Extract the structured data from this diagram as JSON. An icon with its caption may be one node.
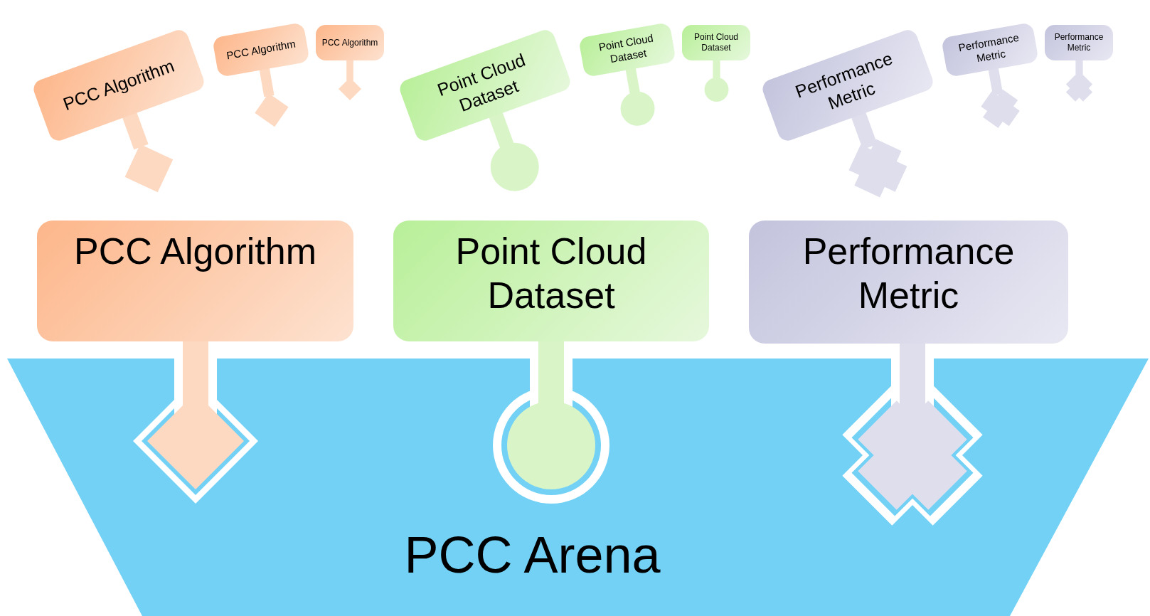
{
  "diagram": {
    "nodes": [
      {
        "text": [
          "PCC Algorithm"
        ]
      },
      {
        "text": [
          "PCC Algorithm"
        ]
      },
      {
        "text": [
          "PCC Algorithm"
        ]
      },
      {
        "text": [
          "Point Cloud Dataset"
        ]
      },
      {
        "text": [
          "Point Cloud Dataset"
        ]
      },
      {
        "text": [
          "Point Cloud Dataset"
        ]
      },
      {
        "text": [
          "Performance Metric"
        ]
      },
      {
        "text": [
          "Performance Metric"
        ]
      },
      {
        "text": [
          "Performance Metric"
        ]
      },
      {
        "text": [
          "PCC Algorithm"
        ]
      },
      {
        "text": [
          "Point Cloud Dataset"
        ]
      },
      {
        "text": [
          "Performance Metric"
        ]
      },
      {
        "text": [
          "PCC Arena"
        ]
      }
    ]
  }
}
